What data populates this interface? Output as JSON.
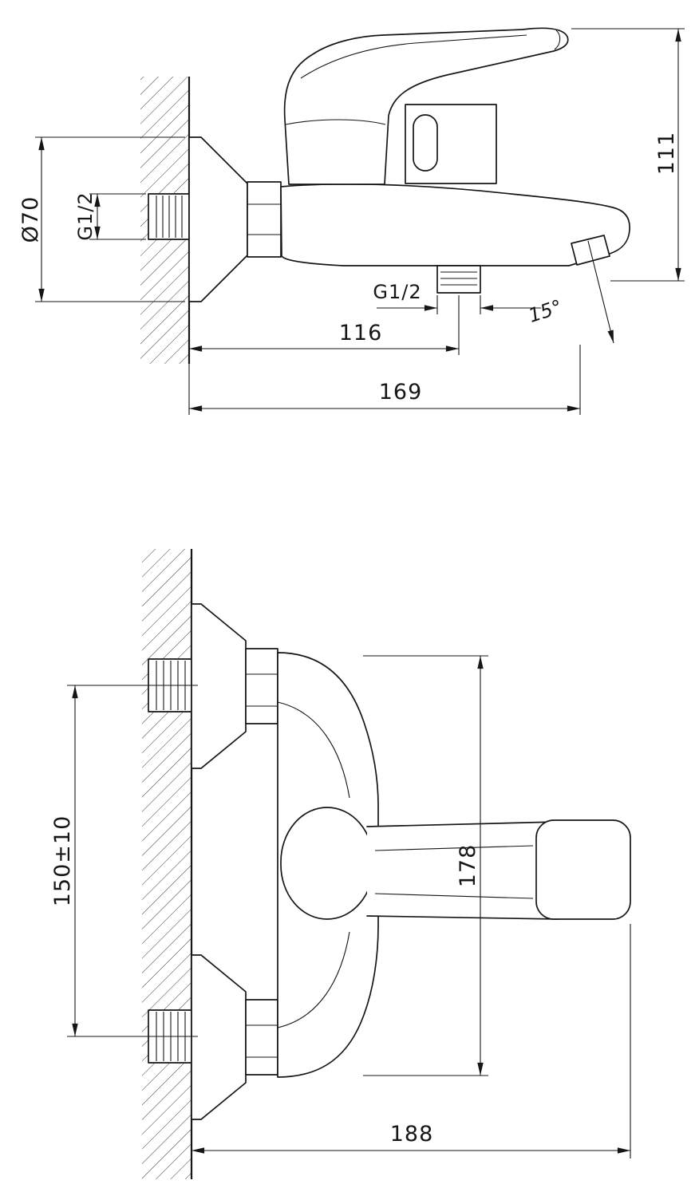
{
  "style": {
    "line_color": "#161616",
    "background": "#ffffff"
  },
  "side_view": {
    "escutcheon_diameter": "Ø70",
    "inlet_thread": "G1/2",
    "overall_height": "111",
    "outlet_thread": "G1/2",
    "spout_center_distance": "116",
    "overall_depth": "169",
    "spout_angle": "15°"
  },
  "front_view": {
    "inlet_spacing": "150±10",
    "body_height": "178",
    "overall_width": "188"
  }
}
